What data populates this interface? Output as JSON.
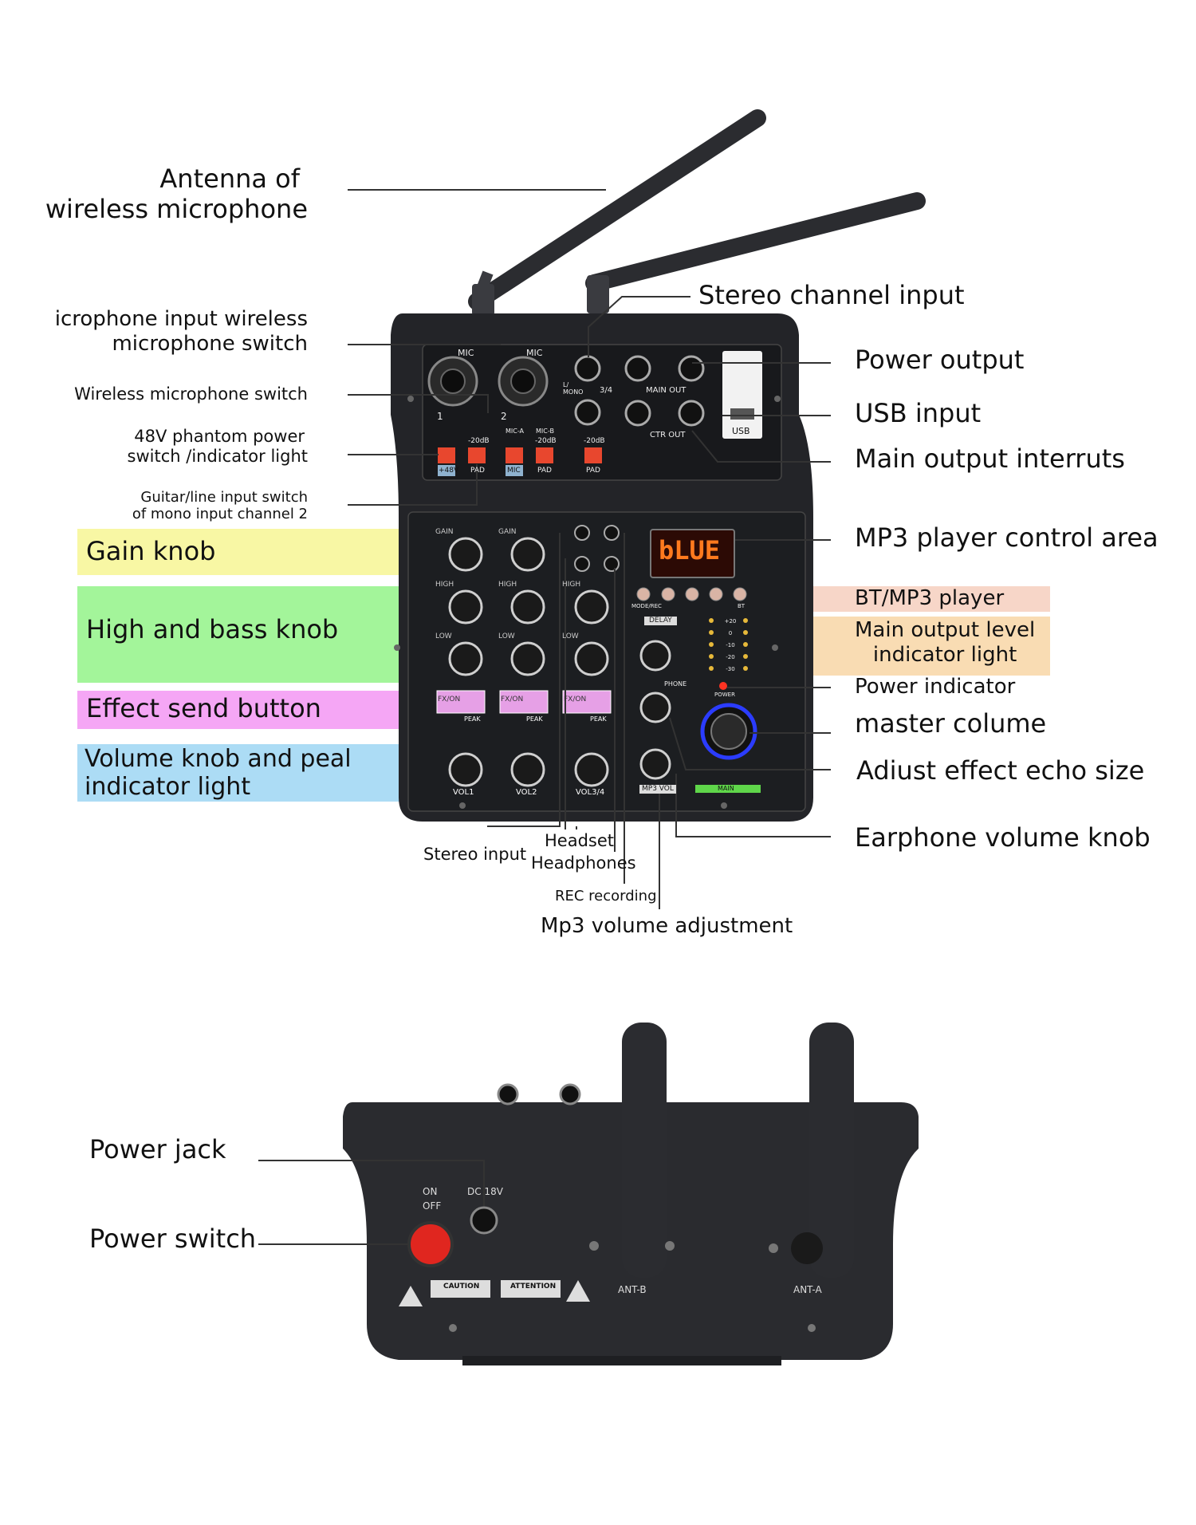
{
  "labels_left": {
    "antenna_l1": "Antenna of",
    "antenna_l2": "wireless microphone",
    "mic_switch_l1": "icrophone input wireless",
    "mic_switch_l2": "microphone switch",
    "wireless_switch": "Wireless microphone switch",
    "phantom_l1": "48V phantom power",
    "phantom_l2": "switch /indicator light",
    "guitar_l1": "Guitar/line input switch",
    "guitar_l2": "of mono input channel 2"
  },
  "bands_left": {
    "gain": "Gain knob",
    "eq": "High and bass knob",
    "fx": "Effect send button",
    "vol_l1": "Volume knob and peal",
    "vol_l2": "indicator light"
  },
  "labels_right": {
    "stereo_channel": "Stereo channel input",
    "power_output": "Power output",
    "usb_input": "USB input",
    "main_output": "Main output interruts",
    "mp3_area": "MP3 player control area",
    "bt_player": "BT/MP3 player",
    "level_l1": "Main output level",
    "level_l2": "indicator light",
    "power_indicator": "Power indicator",
    "master": "master colume",
    "echo": "Adiust effect echo size",
    "earphone": "Earphone volume knob"
  },
  "labels_bottom": {
    "stereo_input": "Stereo input",
    "headset": "Headset",
    "headphones": "Headphones",
    "rec": "REC recording",
    "mp3_volume": "Mp3 volume adjustment"
  },
  "labels_back": {
    "power_jack": "Power jack",
    "power_switch": "Power switch"
  },
  "panel_text": {
    "mic": "MIC",
    "ch1": "1",
    "ch2": "2",
    "mic_a": "MIC-A",
    "mic_b": "MIC-B",
    "minus20": "-20dB",
    "plus48": "+48V",
    "pad": "PAD",
    "mic_btn": "MIC",
    "mono": "L/ MONO",
    "ch34": "3/4",
    "main_out": "MAIN OUT",
    "ctr_out": "CTR OUT",
    "usb": "USB",
    "gain": "GAIN",
    "high": "HIGH",
    "low": "LOW",
    "fxon": "FX/ON",
    "peak": "PEAK",
    "vol1": "VOL1",
    "vol2": "VOL2",
    "vol34": "VOL3/4",
    "display": "bLUE",
    "mode_rec": "MODE/REC",
    "bt": "BT",
    "delay": "DELAY",
    "phone": "PHONE",
    "power": "POWER",
    "mp3vol": "MP3 VOL",
    "main": "MAIN",
    "meter": [
      "+20",
      "0",
      "-10",
      "-20",
      "-30"
    ],
    "on": "ON",
    "off": "OFF",
    "dc": "DC 18V",
    "caution": "CAUTION",
    "attention": "ATTENTION",
    "ant_b": "ANT-B",
    "ant_a": "ANT-A"
  },
  "colors": {
    "gain_band": "#f8f7a4",
    "eq_band": "#a3f59a",
    "fx_band": "#f5a6f5",
    "vol_band": "#acdcf5",
    "bt_band": "#f7d6c8",
    "level_band": "#f9dcb3",
    "body": "#232428",
    "red_button": "#e8472e"
  }
}
